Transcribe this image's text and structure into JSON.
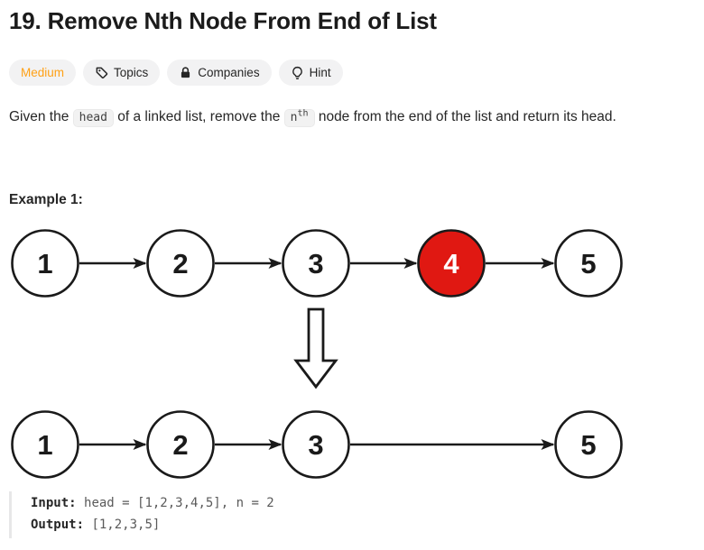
{
  "header": {
    "title": "19. Remove Nth Node From End of List",
    "difficulty": {
      "label": "Medium",
      "color": "#ffa116"
    },
    "badges": [
      {
        "label": "Topics",
        "icon": "tag-icon"
      },
      {
        "label": "Companies",
        "icon": "lock-icon"
      },
      {
        "label": "Hint",
        "icon": "lightbulb-icon"
      }
    ]
  },
  "description": {
    "part1": "Given the ",
    "code_head": "head",
    "part2": " of a linked list, remove the ",
    "code_n": "n",
    "code_n_sup": "th",
    "part3": " node from the end of the list and return its head."
  },
  "example": {
    "heading": "Example 1:",
    "input_label": "Input:",
    "input_value": "head = [1,2,3,4,5], n = 2",
    "output_label": "Output:",
    "output_value": "[1,2,3,5]"
  },
  "diagram": {
    "highlight_color": "#e01812",
    "stroke_color": "#1a1a1a",
    "before": {
      "nodes": [
        {
          "label": "1"
        },
        {
          "label": "2"
        },
        {
          "label": "3"
        },
        {
          "label": "4",
          "highlighted": true
        },
        {
          "label": "5"
        }
      ]
    },
    "after": {
      "nodes": [
        {
          "label": "1",
          "slot": 0
        },
        {
          "label": "2",
          "slot": 1
        },
        {
          "label": "3",
          "slot": 2
        },
        {
          "label": "5",
          "slot": 4
        }
      ]
    }
  }
}
